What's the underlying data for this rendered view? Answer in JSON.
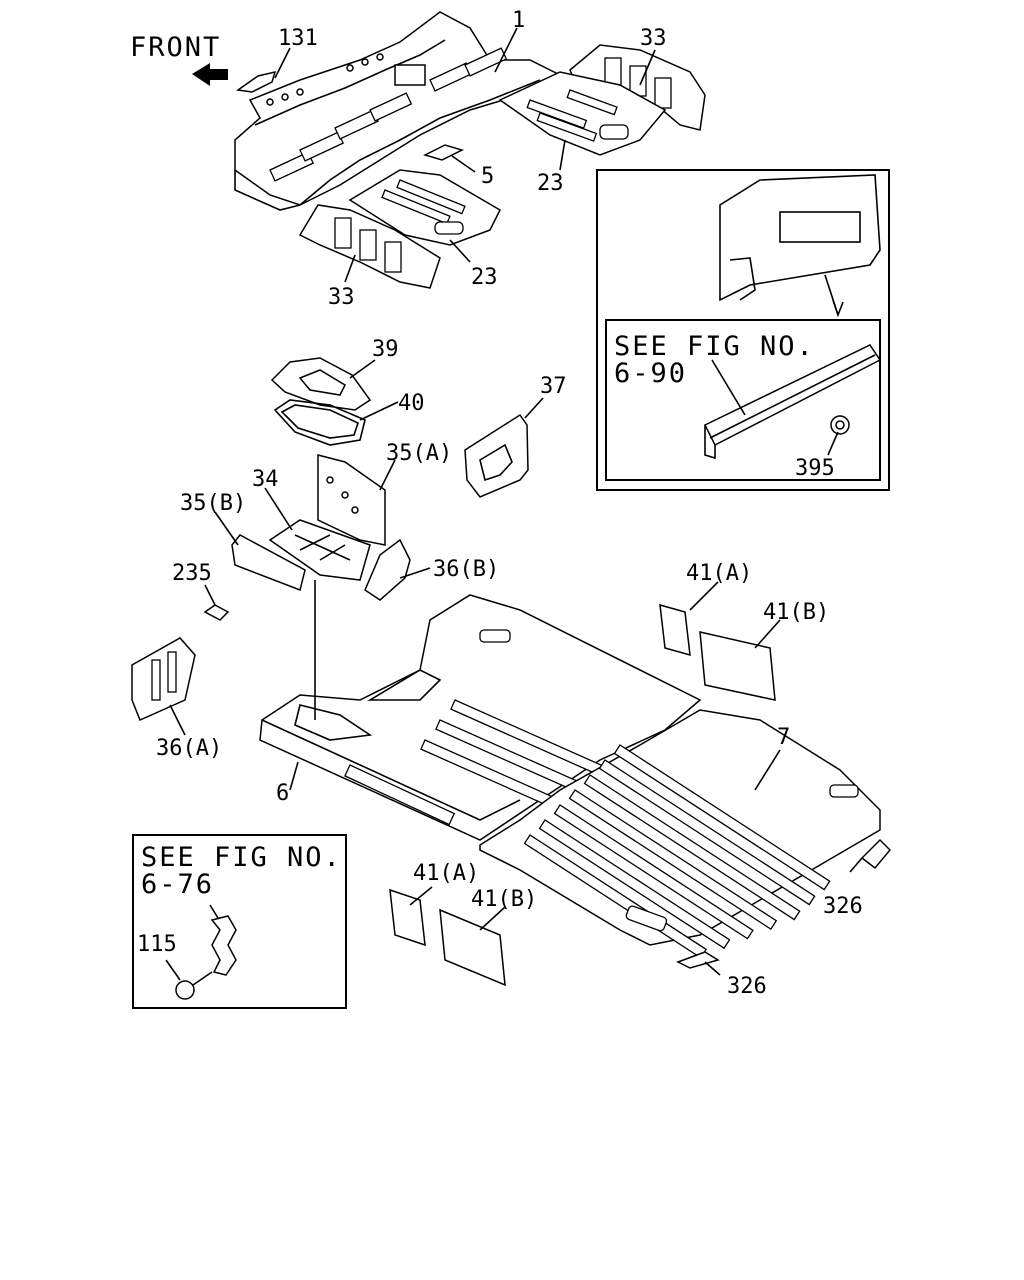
{
  "header": {
    "front_label": "FRONT"
  },
  "callouts": {
    "c131": "131",
    "c1": "1",
    "c33a": "33",
    "c5": "5",
    "c23a": "23",
    "c23b": "23",
    "c33b": "33",
    "c39": "39",
    "c40": "40",
    "c37": "37",
    "c35a": "35(A)",
    "c34": "34",
    "c35b": "35(B)",
    "c36b": "36(B)",
    "c235": "235",
    "c36a": "36(A)",
    "c41a_top": "41(A)",
    "c41b_top": "41(B)",
    "c7": "7",
    "c6": "6",
    "c41a_bot": "41(A)",
    "c41b_bot": "41(B)",
    "c326a": "326",
    "c326b": "326"
  },
  "inset_rear": {
    "line1": "SEE FIG NO.",
    "line2": "6-90",
    "part": "395"
  },
  "inset_bolt": {
    "line1": "SEE FIG NO.",
    "line2": "6-76",
    "part": "115"
  },
  "icons": {
    "front_arrow": "arrow-left-icon"
  }
}
